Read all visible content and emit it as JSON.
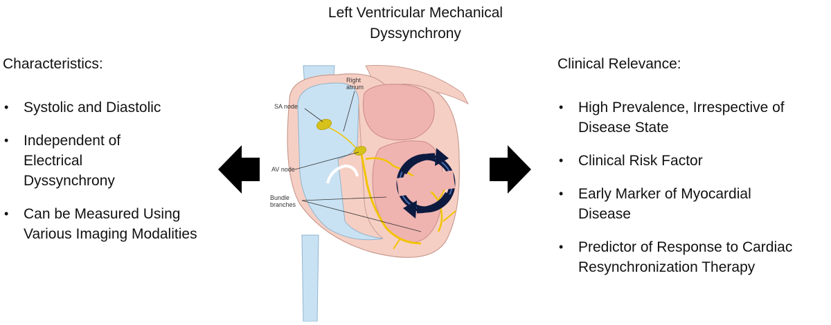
{
  "title": {
    "line1": "Left Ventricular Mechanical",
    "line2": "Dyssynchrony"
  },
  "characteristics": {
    "heading": "Characteristics:",
    "items": [
      "Systolic and Diastolic",
      "Independent of Electrical Dyssynchrony",
      "Can be Measured Using Various Imaging Modalities"
    ]
  },
  "clinical_relevance": {
    "heading": "Clinical Relevance:",
    "items": [
      "High Prevalence, Irrespective of Disease State",
      "Clinical Risk Factor",
      "Early Marker of Myocardial Disease",
      "Predictor of Response to Cardiac Resynchronization Therapy"
    ]
  },
  "heart_labels": {
    "right_atrium_1": "Right",
    "right_atrium_2": "atrium",
    "sa_node": "SA node",
    "av_node": "AV node",
    "bundle_1": "Bundle",
    "bundle_2": "branches"
  },
  "colors": {
    "arrow": "#000000",
    "myocardium": "#f6cfc4",
    "chamber_right": "#c9e2f3",
    "chamber_left": "#efb3b0",
    "conduction": "#f2c400",
    "node": "#d6c21a",
    "rotation_ring": "#0d1a40"
  },
  "icons": [
    "arrow-left-icon",
    "arrow-right-icon",
    "heart-illustration",
    "rotation-arrows-icon"
  ]
}
